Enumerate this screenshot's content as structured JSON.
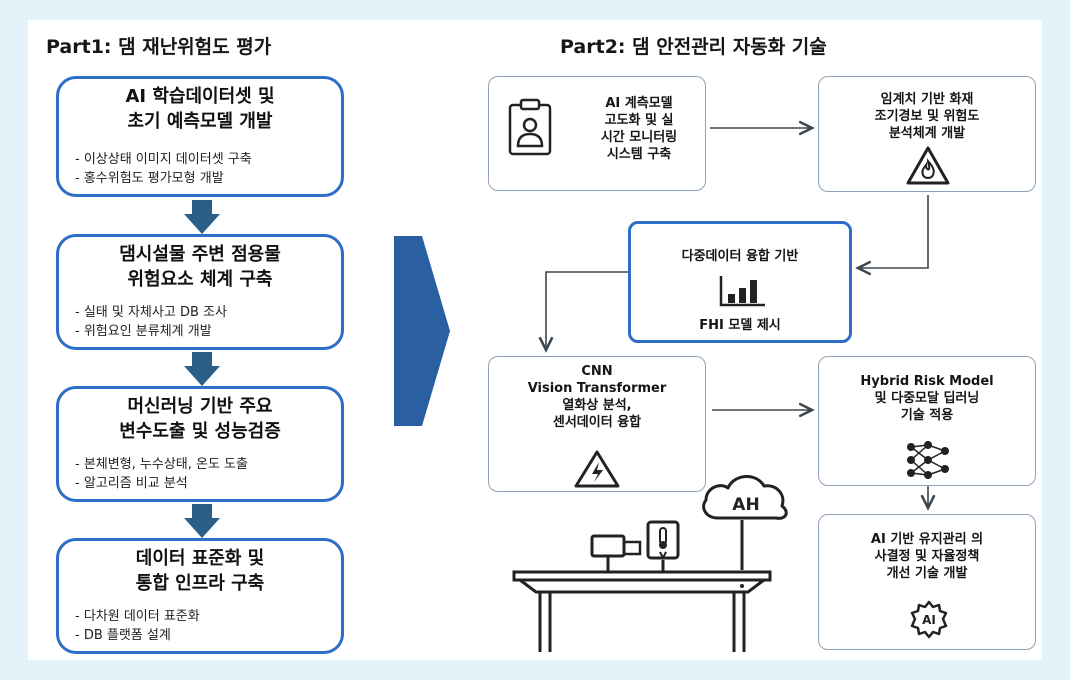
{
  "part1": {
    "title": "Part1: 댐 재난위험도 평가",
    "boxes": [
      {
        "title": "AI 학습데이터셋 및\n초기 예측모델 개발",
        "bullets": [
          "- 이상상태 이미지 데이터셋 구축",
          "- 홍수위험도 평가모형 개발"
        ]
      },
      {
        "title": "댐시설물 주변 점용물\n위험요소 체계 구축",
        "bullets": [
          "- 실태 및 자체사고 DB 조사",
          "- 위험요인 분류체계 개발"
        ]
      },
      {
        "title": "머신러닝 기반 주요\n변수도출 및 성능검증",
        "bullets": [
          "- 본체변형, 누수상태, 온도 도출",
          "- 알고리즘 비교 분석"
        ]
      },
      {
        "title": "데이터 표준화 및\n통합 인프라 구축",
        "bullets": [
          "- 다차원 데이터 표준화",
          "- DB 플랫폼 설계"
        ]
      }
    ]
  },
  "part2": {
    "title": "Part2: 댐 안전관리 자동화 기술",
    "boxes": {
      "monitoring": "AI 계측모델\n고도화 및 실\n시간 모니터링\n시스템 구축",
      "fire": "임계치 기반 화재\n조기경보 및 위험도\n분석체계 개발",
      "fusion_top": "다중데이터 융합 기반",
      "fusion_bottom": "FHI 모델 제시",
      "cnn": "CNN\nVision Transformer\n열화상 분석,\n센서데이터 융합",
      "hybrid": "Hybrid Risk Model\n및 다중모달 딥러닝\n기술 적용",
      "ai_decision": "AI 기반 유지관리 의\n사결정 및 자율정책\n개선 기술 개발"
    },
    "cloud_label": "AH",
    "ai_gear_label": "AI"
  },
  "colors": {
    "accent": "#2e6ec9",
    "arrow": "#2a5e86",
    "background": "#e4f3f9"
  }
}
